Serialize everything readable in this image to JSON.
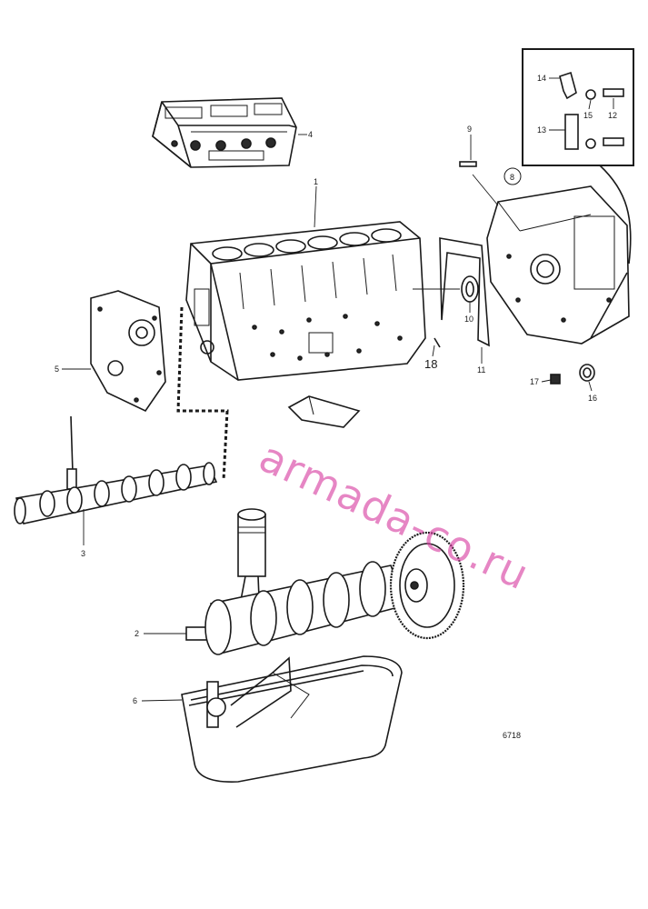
{
  "diagram": {
    "drawing_number": "6718",
    "watermark": "armada-co.ru",
    "callouts": {
      "c1": "1",
      "c2": "2",
      "c3": "3",
      "c4": "4",
      "c5": "5",
      "c6": "6",
      "c8": "8",
      "c9": "9",
      "c10": "10",
      "c11": "11",
      "c12": "12",
      "c13": "13",
      "c14": "14",
      "c15": "15",
      "c16": "16",
      "c17": "17",
      "c18": "18"
    },
    "parts": [
      {
        "ref": "1",
        "name": "cylinder-block"
      },
      {
        "ref": "2",
        "name": "crankshaft"
      },
      {
        "ref": "3",
        "name": "camshaft"
      },
      {
        "ref": "4",
        "name": "cylinder-head"
      },
      {
        "ref": "5",
        "name": "timing-cover"
      },
      {
        "ref": "6",
        "name": "oil-sump"
      },
      {
        "ref": "8",
        "name": "flywheel-housing"
      },
      {
        "ref": "9",
        "name": "dowel-pin"
      },
      {
        "ref": "10",
        "name": "rear-seal"
      },
      {
        "ref": "11",
        "name": "gasket"
      },
      {
        "ref": "12",
        "name": "bolt"
      },
      {
        "ref": "13",
        "name": "plate"
      },
      {
        "ref": "14",
        "name": "bracket"
      },
      {
        "ref": "15",
        "name": "washer"
      },
      {
        "ref": "16",
        "name": "plug"
      },
      {
        "ref": "17",
        "name": "nut"
      },
      {
        "ref": "18",
        "name": "pin"
      }
    ]
  }
}
